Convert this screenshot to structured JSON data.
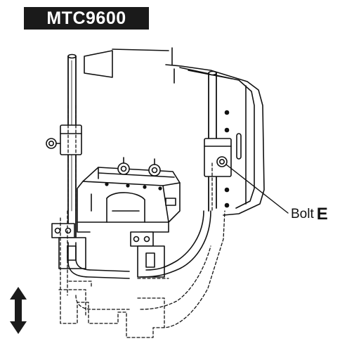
{
  "header": {
    "model": "MTC9600"
  },
  "callout": {
    "label": "Bolt",
    "letter": "E"
  },
  "icons": {
    "adjust_arrow": "up-down-double-arrow-icon"
  },
  "colors": {
    "ink": "#111111",
    "badge_bg": "#1a1a1a",
    "badge_text": "#ffffff",
    "fill": "#ffffff"
  }
}
